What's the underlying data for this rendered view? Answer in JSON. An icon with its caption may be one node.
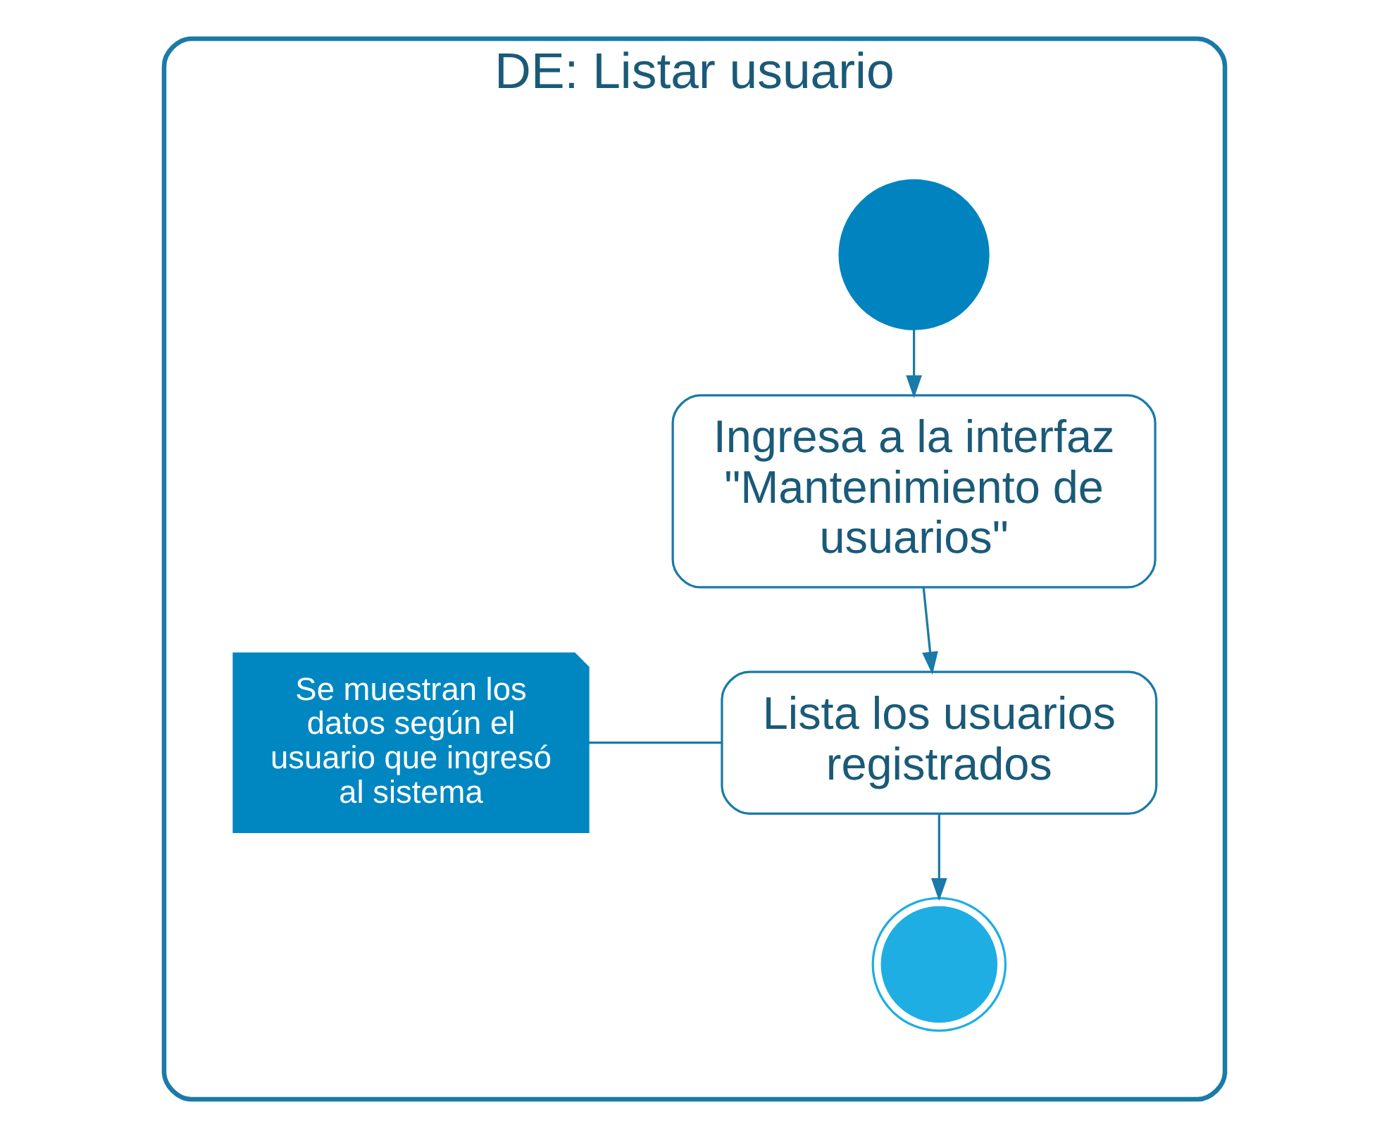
{
  "diagram": {
    "nodes": [
      {
        "text": [
          "DE: Listar usuario"
        ]
      },
      {
        "text": [],
        "shape": "circle",
        "in": 0
      },
      {
        "text": [
          "Ingresa a la interfaz \"Mantenimiento de usuarios\""
        ],
        "in": 0
      },
      {
        "text": [
          "Lista los usuarios registrados"
        ],
        "in": 0
      },
      {
        "text": [],
        "shape": "circle",
        "in": 0
      },
      {
        "text": [
          "Se muestran los datos según el usuario que ingresó al sistema"
        ],
        "in": 0
      }
    ],
    "edges": [
      {
        "from": 1,
        "to": 2,
        "arrow": "to"
      },
      {
        "from": 2,
        "to": 3,
        "arrow": "to"
      },
      {
        "from": 3,
        "to": 4,
        "arrow": "to"
      },
      {
        "from": 3,
        "to": 5,
        "arrow": "none"
      }
    ]
  }
}
